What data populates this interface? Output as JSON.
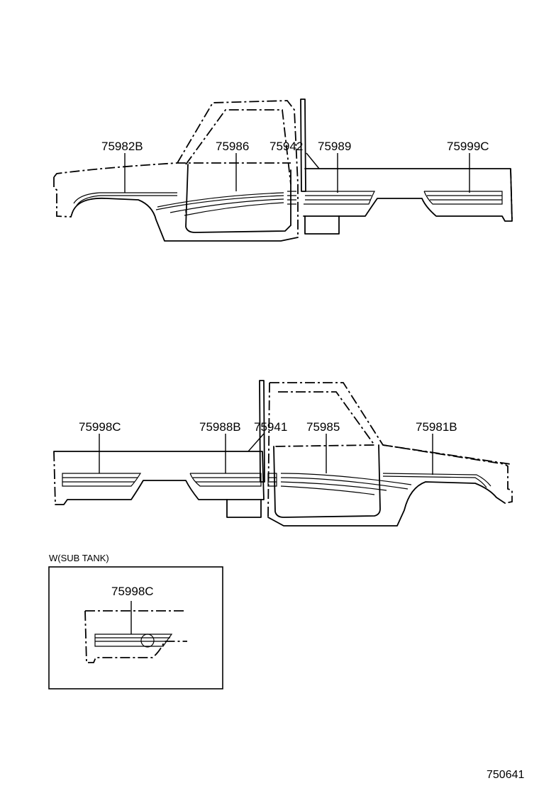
{
  "top_view": {
    "callouts": [
      "75982B",
      "75986",
      "75942",
      "75989",
      "75999C"
    ]
  },
  "bottom_view": {
    "callouts": [
      "75998C",
      "75988B",
      "75941",
      "75985",
      "75981B"
    ]
  },
  "inset": {
    "title": "W(SUB TANK)",
    "callout": "75998C"
  },
  "figure_ref": "750641"
}
